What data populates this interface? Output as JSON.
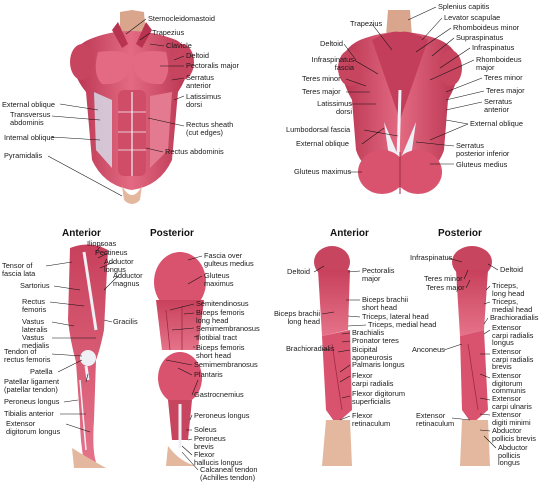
{
  "headings": {
    "leg_anterior": "Anterior",
    "leg_posterior": "Posterior",
    "arm_anterior": "Anterior",
    "arm_posterior": "Posterior"
  },
  "labels": {
    "sternocleidomastoid": "Sternocleidomastoid",
    "trapezius_front": "Trapezius",
    "clavicle": "Clavicle",
    "deltoid_front": "Deltoid",
    "pectoralis_major_front": "Pectoralis major",
    "serratus_anterior_front": "Serratus\nanterior",
    "latissimus_dorsi_front": "Latissimus\ndorsi",
    "external_oblique_front": "External oblique",
    "transversus_abdominis": "Transversus\nabdominis",
    "internal_oblique": "Internal oblique",
    "rectus_sheath": "Rectus sheath\n(cut edges)",
    "rectus_abdominis": "Rectus abdominis",
    "pyramidalis": "Pyramidalis",
    "trapezius_back": "Trapezius",
    "splenius_capitis": "Splenius capitis",
    "levator_scapulae": "Levator scapulae",
    "rhomboideus_minor": "Rhomboideus minor",
    "supraspinatus": "Supraspinatus",
    "deltoid_back": "Deltoid",
    "infraspinatus_fascia": "Infraspinatus\nfascia",
    "infraspinatus_back": "Infraspinatus",
    "rhomboideus_major": "Rhomboideus\nmajor",
    "teres_minor_back": "Teres minor",
    "teres_major_back": "Teres major",
    "teres_minor_back_r": "Teres minor",
    "teres_major_back_r": "Teres major",
    "latissimus_dorsi_back": "Latissimus\ndorsi",
    "serratus_anterior_back": "Serratus\nanterior",
    "external_oblique_back": "External oblique",
    "lumbodorsal_fascia": "Lumbodorsal fascia",
    "external_oblique_back_l": "External oblique",
    "serratus_posterior_inferior": "Serratus\nposterior inferior",
    "gluteus_medius_back": "Gluteus medius",
    "gluteus_maximus_back": "Gluteus maximus",
    "iliopsoas": "Iliopsoas",
    "pectineus": "Pectineus",
    "adductor_longus": "Adductor\nlongus",
    "tensor_fascia_lata": "Tensor of\nfascia lata",
    "adductor_magnus": "Adductor\nmagnus",
    "sartorius": "Sartorius",
    "rectus_femoris": "Rectus\nfemoris",
    "vastus_lateralis": "Vastus\nlateralis",
    "vastus_medialis": "Vastus\nmedialis",
    "gracilis": "Gracilis",
    "tendon_rectus_femoris": "Tendon of\nrectus femoris",
    "patella": "Patella",
    "patellar_ligament": "Patellar ligament\n(patellar tendon)",
    "peroneus_longus_front": "Peroneus longus",
    "tibialis_anterior": "Tibialis anterior",
    "extensor_digitorum_longus_leg": "Extensor\ndigitorum longus",
    "fascia_gluteus_medius": "Fascia over\ngulteus medius",
    "gluteus_maximus_leg": "Gluteus\nmaximus",
    "semitendinosus": "Semitendinosus",
    "biceps_femoris_long": "Biceps femoris\nlong head",
    "semimembranosus": "Semimembranosus",
    "iliotibial_tract": "Iliotibial tract",
    "biceps_femoris_short": "Biceps femoris\nshort head",
    "semimembranosus_2": "Semimembranosus",
    "plantaris": "Plantaris",
    "gastrocnemius": "Gastrocnemius",
    "peroneus_longus_back": "Peroneus longus",
    "soleus": "Soleus",
    "peroneus_brevis": "Peroneus\nbrevis",
    "flexor_hallucis_longus": "Flexor\nhallucis longus",
    "calcaneal_tendon": "Calcaneal tendon\n(Achilles tendon)",
    "deltoid_arm_front": "Deltoid",
    "pectoralis_major_arm": "Pectoralis\nmajor",
    "biceps_brachii_short": "Biceps brachii\nshort head",
    "biceps_brachii_long": "Biceps brachii\nlong head",
    "triceps_lateral_front": "Triceps, lateral head",
    "triceps_medial_front": "Triceps, medial head",
    "brachialis": "Brachialis",
    "pronator_teres": "Pronator teres",
    "brachioradialis_front": "Brachioradialis",
    "bicipital_aponeurosis": "Bicipital\naponeurosis",
    "palmaris_longus": "Palmaris longus",
    "flexor_carpi_radialis": "Flexor\ncarpi radialis",
    "flexor_digitorum_superficialis": "Flexor digitorum\nsuperficialis",
    "flexor_retinaculum": "Flexor\nretinaculum",
    "infraspinatus_arm": "Infraspinatus",
    "teres_minor_arm": "Teres minor",
    "teres_major_arm": "Teres major",
    "deltoid_arm_back": "Deltoid",
    "triceps_long": "Triceps,\nlong head",
    "triceps_medial_back": "Triceps,\nmedial head",
    "brachioradialis_back": "Brachioradialis",
    "extensor_carpi_radialis_longus": "Extensor\ncarpi radialis\nlongus",
    "anconeus": "Anconeus",
    "extensor_carpi_radialis_brevis": "Extensor\ncarpi radialis\nbrevis",
    "extensor_digitorum_communis": "Extensor\ndigitorum\ncommunis",
    "extensor_carpi_ulnaris": "Extensor\ncarpi ulnaris",
    "extensor_digiti_minimi": "Extensor\ndigiti minimi",
    "abductor_pollicis_brevis": "Abductor\npollicis brevis",
    "extensor_retinaculum": "Extensor\nretinaculum",
    "abductor_pollicis_longus": "Abductor\npollicis\nlongus"
  },
  "colors": {
    "muscle": "#d9536e",
    "muscle_dark": "#b8334f",
    "muscle_light": "#ec8a9c",
    "tendon": "#eef0f6",
    "skin": "#f2d2b8",
    "leader": "#111111"
  }
}
